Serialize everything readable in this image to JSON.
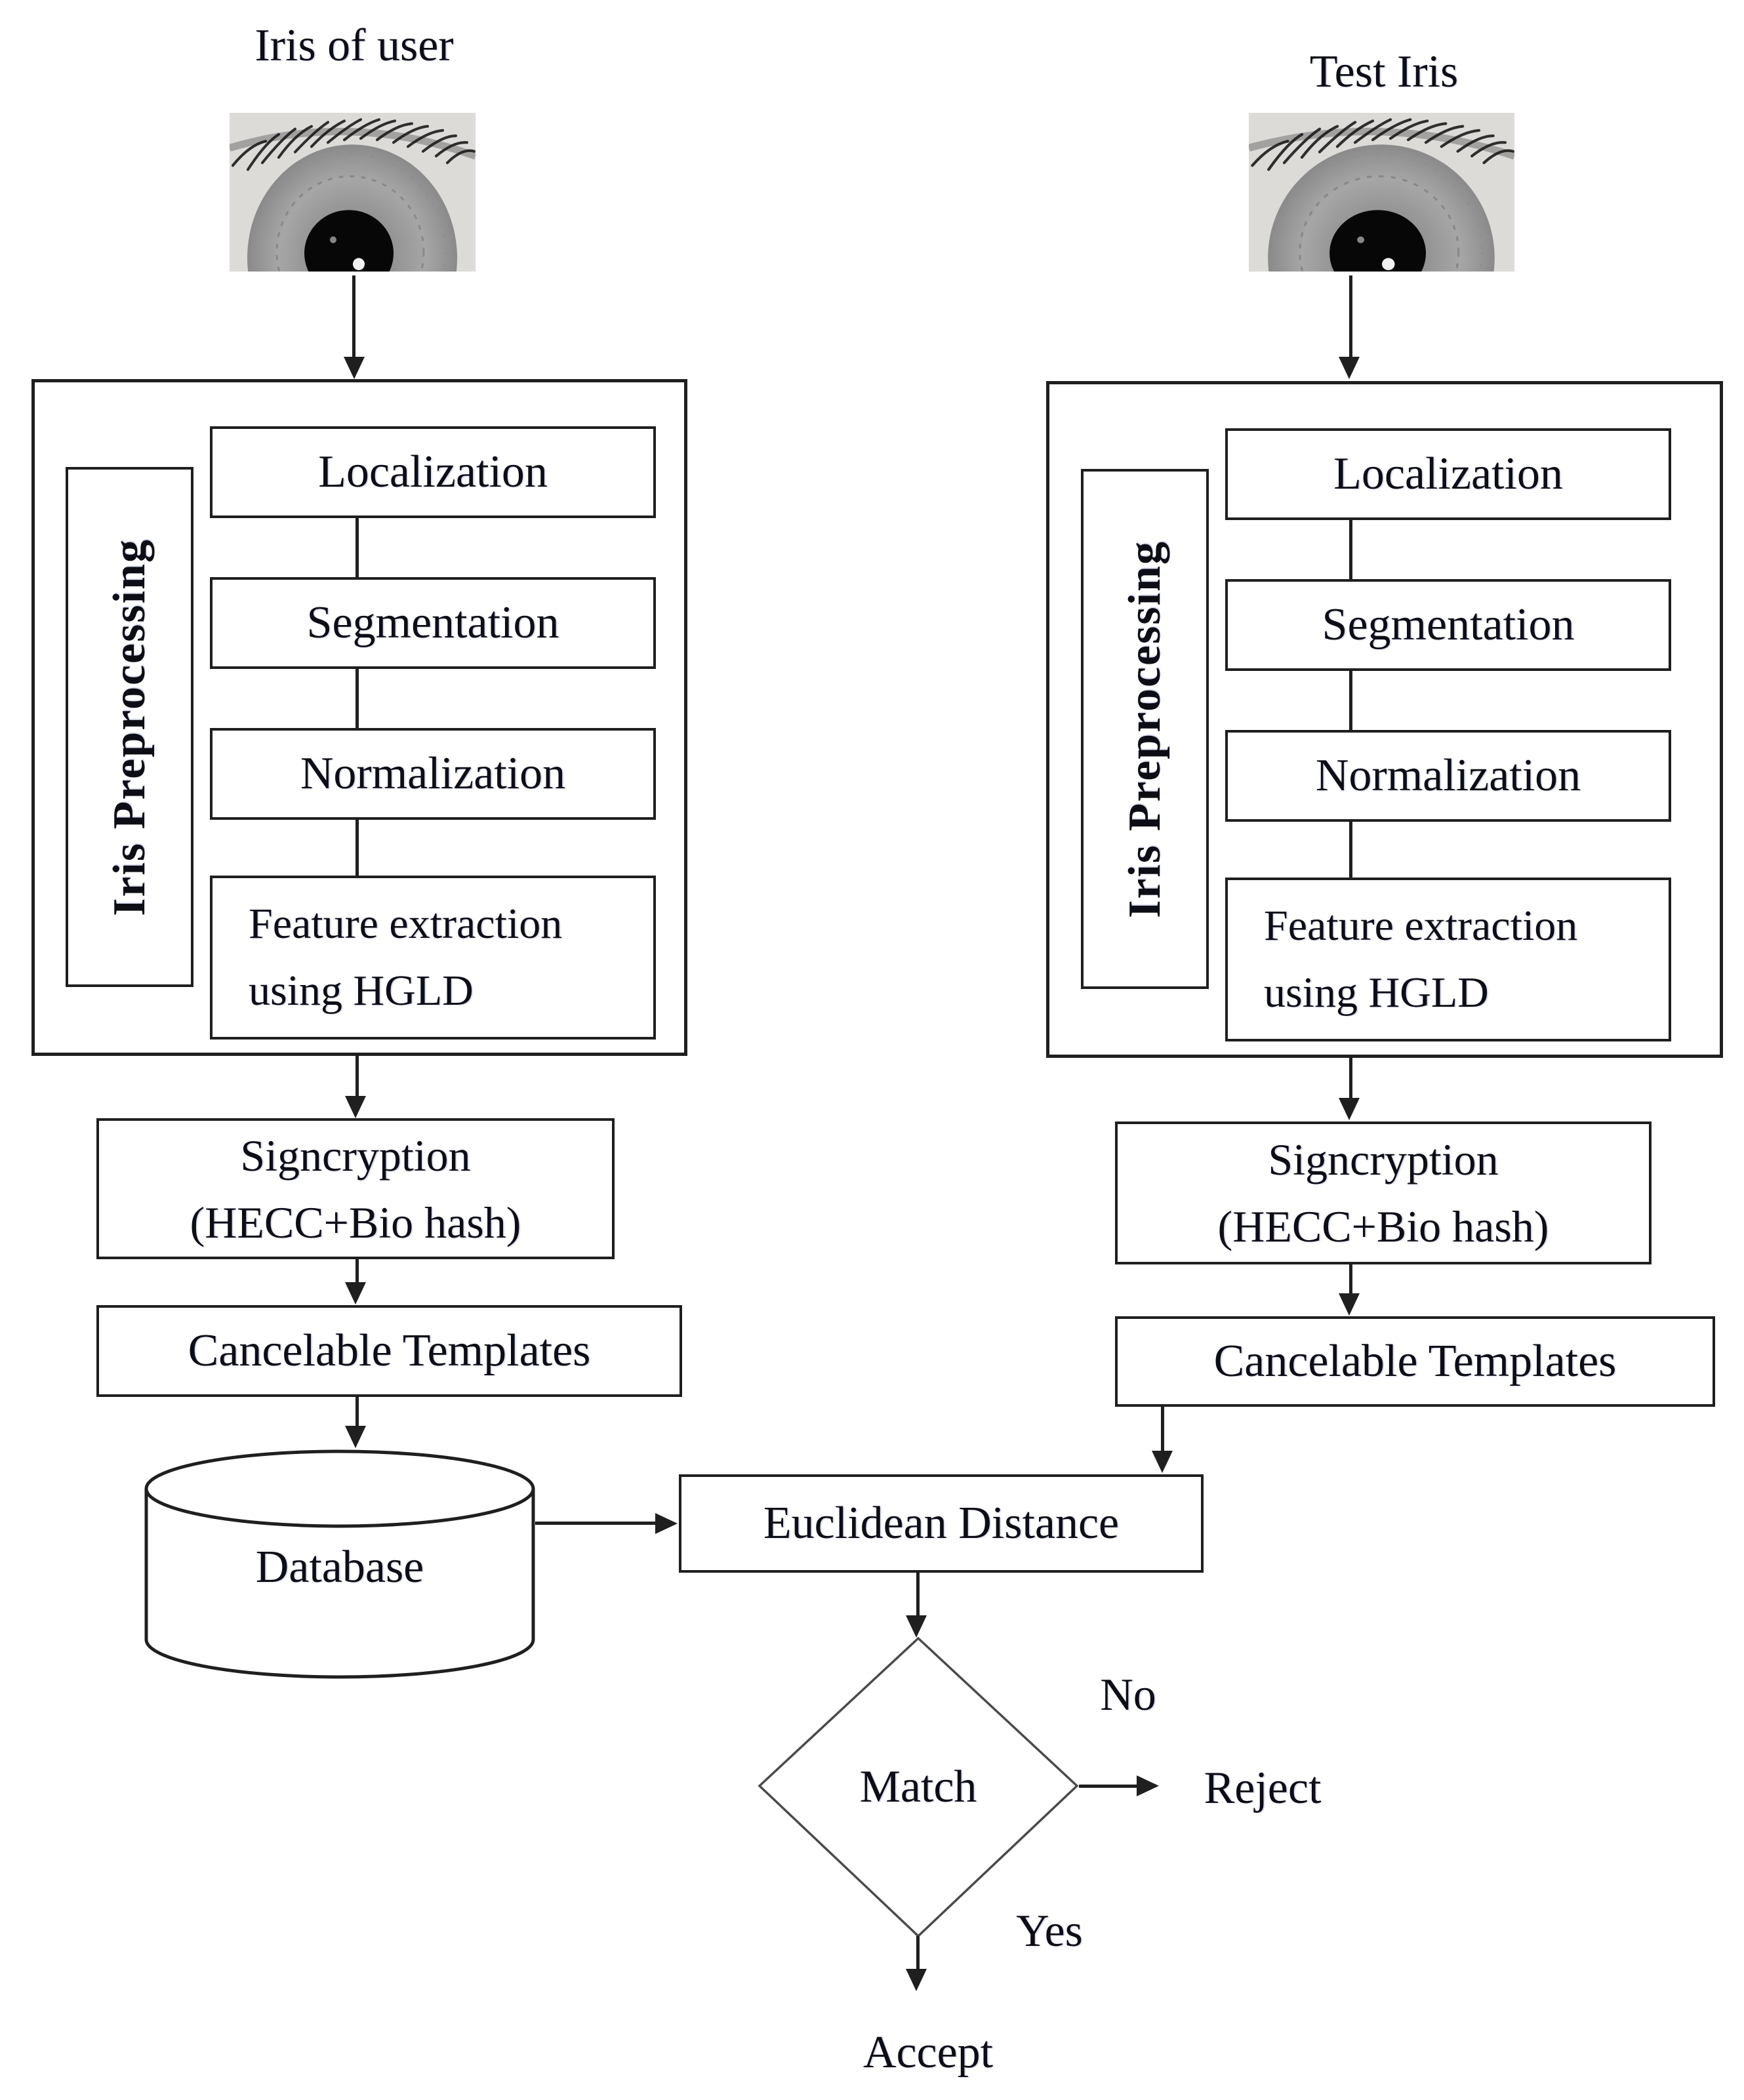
{
  "left": {
    "title": "Iris of user",
    "preprocessing_label": "Iris Preprocessing",
    "step1": "Localization",
    "step2": "Segmentation",
    "step3": "Normalization",
    "step4_line1": "Feature extraction",
    "step4_line2": "using HGLD",
    "signcryption_line1": "Signcryption",
    "signcryption_line2": "(HECC+Bio hash)",
    "cancelable_label": "Cancelable Templates",
    "database_label": "Database"
  },
  "right": {
    "title": "Test Iris",
    "preprocessing_label": "Iris Preprocessing",
    "step1": "Localization",
    "step2": "Segmentation",
    "step3": "Normalization",
    "step4_line1": "Feature extraction",
    "step4_line2": "using HGLD",
    "signcryption_line1": "Signcryption",
    "signcryption_line2": "(HECC+Bio hash)",
    "cancelable_label": "Cancelable Templates"
  },
  "matching": {
    "euclidean_label": "Euclidean Distance",
    "decision_label": "Match",
    "no_label": "No",
    "yes_label": "Yes",
    "reject_label": "Reject",
    "accept_label": "Accept"
  },
  "icons": {
    "left_iris": "iris-photo",
    "right_iris": "iris-photo"
  },
  "colors": {
    "line": "#1f1f1f",
    "diamond_line": "#4a4a4a",
    "text": "#0d0d16",
    "background": "#ffffff"
  }
}
